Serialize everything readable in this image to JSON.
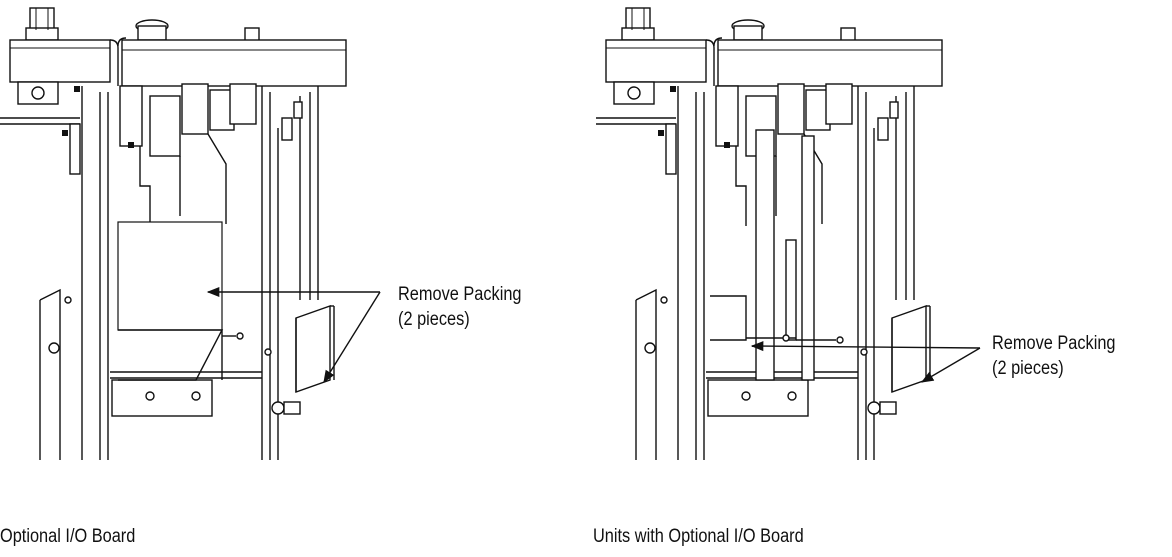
{
  "figures": [
    {
      "callout": {
        "line1": "Remove Packing",
        "line2": "(2 pieces)"
      },
      "caption": "Optional I/O Board"
    },
    {
      "callout": {
        "line1": "Remove Packing",
        "line2": "(2 pieces)"
      },
      "caption": "Units with Optional I/O Board"
    }
  ],
  "colors": {
    "line": "#111111",
    "background": "#ffffff"
  }
}
